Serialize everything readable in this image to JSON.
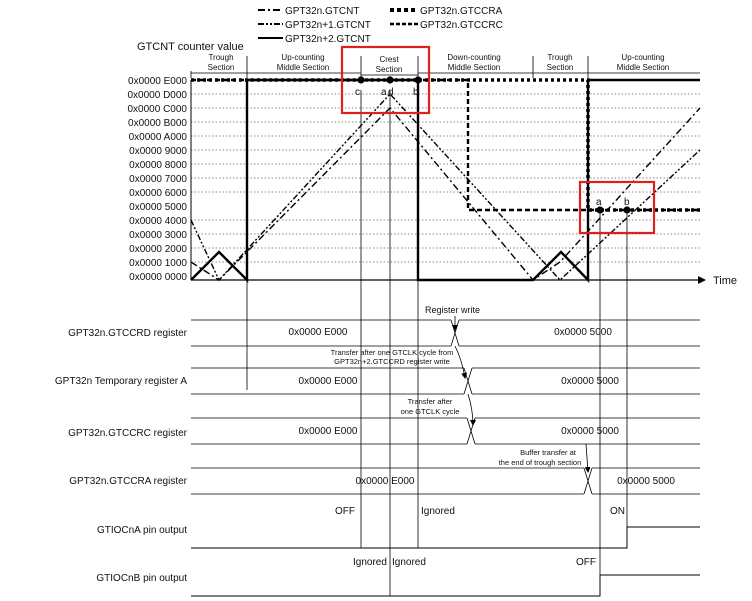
{
  "legend": {
    "gtcnt0": "GPT32n.GTCNT",
    "gtcnt1": "GPT32n+1.GTCNT",
    "gtcnt2": "GPT32n+2.GTCNT",
    "gtccra": "GPT32n.GTCCRA",
    "gtccrc": "GPT32n.GTCCRC"
  },
  "y_axis_title": "GTCNT counter value",
  "x_axis_title": "Time",
  "y_ticks": [
    "0x0000 E000",
    "0x0000 D000",
    "0x0000 C000",
    "0x0000 B000",
    "0x0000 A000",
    "0x0000 9000",
    "0x0000 8000",
    "0x0000 7000",
    "0x0000 6000",
    "0x0000 5000",
    "0x0000 4000",
    "0x0000 3000",
    "0x0000 2000",
    "0x0000 1000",
    "0x0000 0000"
  ],
  "sections": {
    "s1": [
      "Trough",
      "Section"
    ],
    "s2": [
      "Up-counting",
      "Middle Section"
    ],
    "s3": [
      "Crest",
      "Section"
    ],
    "s4": [
      "Down-counting",
      "Middle Section"
    ],
    "s5": [
      "Trough",
      "Section"
    ],
    "s6": [
      "Up-counting",
      "Middle Section"
    ]
  },
  "markers": {
    "c": "c",
    "a": "a",
    "d": "d",
    "b": "b",
    "a2": "a",
    "b2": "b"
  },
  "signals": {
    "gtccrd": "GPT32n.GTCCRD register",
    "tempa": "GPT32n Temporary register A",
    "gtccrc": "GPT32n.GTCCRC register",
    "gtccra": "GPT32n.GTCCRA register",
    "gtiocna": "GTIOCnA pin output",
    "gtiocnb": "GTIOCnB pin output"
  },
  "values": {
    "gtccrd_old": "0x0000 E000",
    "gtccrd_new": "0x0000 5000",
    "tempa_old": "0x0000 E000",
    "tempa_new": "0x0000 5000",
    "gtccrc_old": "0x0000 E000",
    "gtccrc_new": "0x0000 5000",
    "gtccra_old": "0x0000 E000",
    "gtccra_new": "0x0000 5000"
  },
  "notes": {
    "register_write": "Register write",
    "transfer1": [
      "Transfer after one GTCLK cycle from",
      "GPT32n+2.GTCCRD register write"
    ],
    "transfer2": [
      "Transfer after",
      "one GTCLK cycle"
    ],
    "buffer": [
      "Buffer transfer at",
      "the end of trough section"
    ]
  },
  "pin_states": {
    "a_off": "OFF",
    "a_ignored": "Ignored",
    "a_on": "ON",
    "b_ignored1": "Ignored",
    "b_ignored2": "Ignored",
    "b_off": "OFF"
  },
  "colors": {
    "highlight": "#e0201b",
    "line": "#000000",
    "grid": "#555555"
  }
}
